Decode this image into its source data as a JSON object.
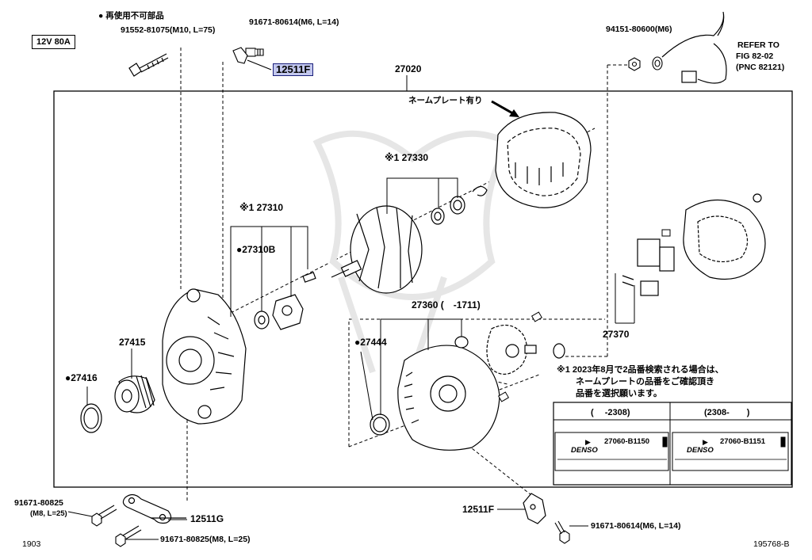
{
  "header": {
    "rating_box": "12V 80A",
    "non_reusable_note": "● 再使用不可部品",
    "bolt_top_left": "91552-81075(M10, L=75)",
    "bolt_top_center": "91671-80614(M6, L=14)",
    "highlighted_part": "12511F",
    "assembly": "27020",
    "top_right_part": "94151-80600(M6)",
    "refer": [
      "REFER TO",
      "FIG 82-02",
      "(PNC 82121)"
    ],
    "nameplate_label": "ネームプレート有り"
  },
  "parts": {
    "p27330": "※1 27330",
    "p27310": "※1 27310",
    "p27310b": "●27310B",
    "p27415": "27415",
    "p27416": "●27416",
    "p27360": "27360 (　-1711)",
    "p27444": "●27444",
    "p27370": "27370",
    "p12511f_bottom": "12511F",
    "p12511g": "12511G",
    "bolt_bottom_left_a": "91671-80825",
    "bolt_bottom_left_a_spec": "(M8, L=25)",
    "bolt_bottom_left_b": "91671-80825(M8, L=25)",
    "bolt_bottom_right": "91671-80614(M6, L=14)"
  },
  "note": {
    "lines": [
      "※1 2023年8月で2品番検索される場合は、",
      "ネームプレートの品番をご確認頂き",
      "品番を選択願います。"
    ]
  },
  "table": {
    "col1_header": "(　 -2308)",
    "col2_header": "(2308-　　)",
    "col1_part": "27060-B1150",
    "col2_part": "27060-B1151",
    "brand": "DENSO"
  },
  "footer": {
    "left_code": "1903",
    "right_code": "195768-B"
  }
}
